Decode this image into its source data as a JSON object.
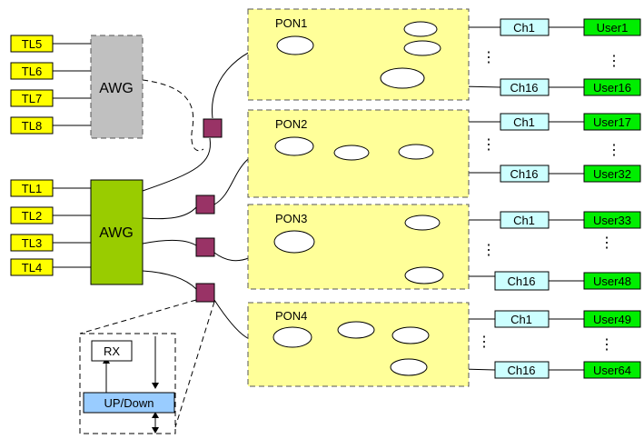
{
  "tl_sources_top": [
    "TL5",
    "TL6",
    "TL7",
    "TL8"
  ],
  "tl_sources_bottom": [
    "TL1",
    "TL2",
    "TL3",
    "TL4"
  ],
  "awg_top_label": "AWG",
  "awg_bottom_label": "AWG",
  "pons": [
    {
      "label": "PON1",
      "ch_first": "Ch1",
      "ch_last": "Ch16",
      "user_first": "User1",
      "user_last": "User16"
    },
    {
      "label": "PON2",
      "ch_first": "Ch1",
      "ch_last": "Ch16",
      "user_first": "User17",
      "user_last": "User32"
    },
    {
      "label": "PON3",
      "ch_first": "Ch1",
      "ch_last": "Ch16",
      "user_first": "User33",
      "user_last": "User48"
    },
    {
      "label": "PON4",
      "ch_first": "Ch1",
      "ch_last": "Ch16",
      "user_first": "User49",
      "user_last": "User64"
    }
  ],
  "ellipsis": "⋮",
  "inset": {
    "rx_label": "RX",
    "updown_label": "UP/Down"
  },
  "colors": {
    "tl_fill": "#ffff00",
    "awg_active_fill": "#99cc00",
    "awg_passive_fill": "#c0c0c0",
    "pon_fill": "#ffff99",
    "channel_fill": "#ccffff",
    "user_fill": "#00ee00",
    "switch_fill": "#993366",
    "updown_fill": "#99ccff"
  }
}
